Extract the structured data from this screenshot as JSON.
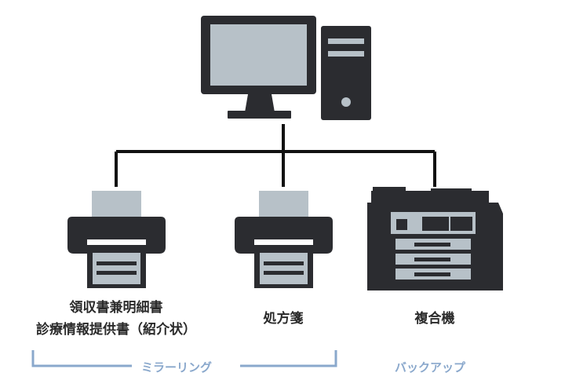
{
  "devices": {
    "printer1": {
      "lines": [
        "領収書兼明細書",
        "診療情報提供書（紹介状）"
      ]
    },
    "printer2": {
      "label": "処方箋"
    },
    "mfp": {
      "label": "複合機"
    }
  },
  "groups": {
    "mirroring": "ミラーリング",
    "backup": "バックアップ"
  },
  "colors": {
    "device_dark": "#2b2c30",
    "paper_gray": "#b7c1c8",
    "accent_blue": "#8aa8cc"
  }
}
